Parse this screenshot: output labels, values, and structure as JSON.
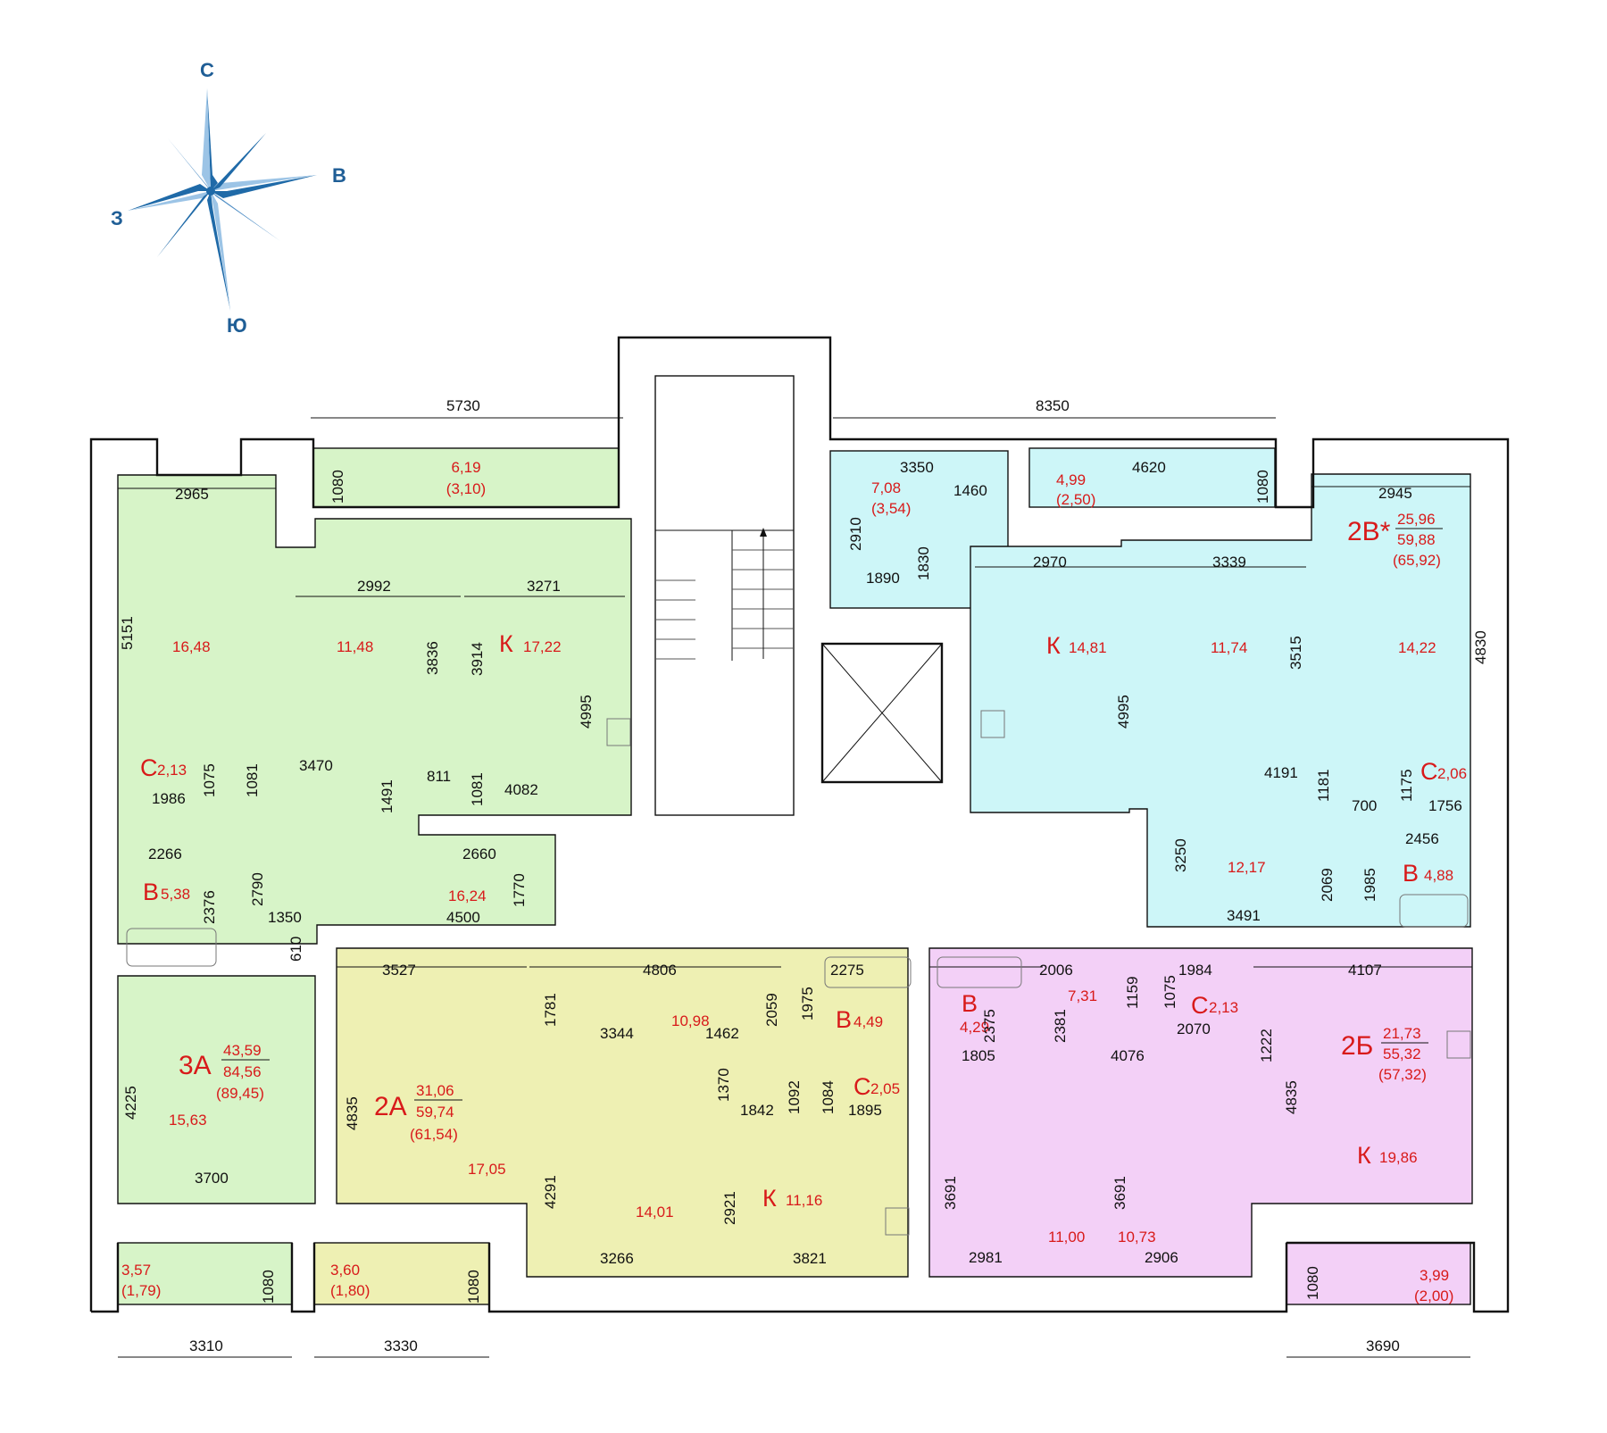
{
  "compass": {
    "north": "С",
    "east": "В",
    "south": "Ю",
    "west": "З",
    "color": "#1f6aa8"
  },
  "colors": {
    "green": "#d7f4c8",
    "cyan": "#cdf6f8",
    "yellow": "#eef0b3",
    "pink": "#f3d0f7",
    "text_red": "#d81a1a"
  },
  "apartments": {
    "3A": {
      "code": "3А",
      "living": "43,59",
      "total": "84,56",
      "total_with_balcony": "(89,45)"
    },
    "2A": {
      "code": "2А",
      "living": "31,06",
      "total": "59,74",
      "total_with_balcony": "(61,54)"
    },
    "2V": {
      "code": "2В*",
      "living": "25,96",
      "total": "59,88",
      "total_with_balcony": "(65,92)"
    },
    "2B": {
      "code": "2Б",
      "living": "21,73",
      "total": "55,32",
      "total_with_balcony": "(57,32)"
    }
  },
  "rooms": {
    "r16_48": "16,48",
    "r11_48": "11,48",
    "k17_22": "17,22",
    "c2_13a": "2,13",
    "v5_38": "5,38",
    "h16_24": "16,24",
    "r15_63": "15,63",
    "bal_6_19": "6,19",
    "bal_6_19b": "(3,10)",
    "bal_3_57": "3,57",
    "bal_3_57b": "(1,79)",
    "r17_05": "17,05",
    "h10_98": "10,98",
    "v4_49": "4,49",
    "c2_05": "2,05",
    "r14_01": "14,01",
    "k11_16": "11,16",
    "bal_3_60": "3,60",
    "bal_3_60b": "(1,80)",
    "bal_7_08": "7,08",
    "bal_7_08b": "(3,54)",
    "bal_4_99": "4,99",
    "bal_4_99b": "(2,50)",
    "k14_81": "14,81",
    "r11_74": "11,74",
    "r14_22": "14,22",
    "h12_17": "12,17",
    "c2_06": "2,06",
    "v4_88": "4,88",
    "v4_29": "4,29",
    "h7_31": "7,31",
    "c2_13b": "2,13",
    "r11_00": "11,00",
    "r10_73": "10,73",
    "k19_86": "19,86",
    "bal_3_99": "3,99",
    "bal_3_99b": "(2,00)"
  },
  "room_letters": {
    "kitchen": "К",
    "wc": "С",
    "bath": "В"
  },
  "dims": {
    "d5730": "5730",
    "d8350": "8350",
    "d3350": "3350",
    "d4620": "4620",
    "d1460": "1460",
    "d2910": "2910",
    "d1830": "1830",
    "d1890": "1890",
    "d1080": "1080",
    "d2965": "2965",
    "d5151": "5151",
    "d2992": "2992",
    "d3836": "3836",
    "d3914": "3914",
    "d3271": "3271",
    "d4995": "4995",
    "d3470": "3470",
    "d811": "811",
    "d1081": "1081",
    "d4082": "4082",
    "d1075": "1075",
    "d1986": "1986",
    "d1491": "1491",
    "d2660": "2660",
    "d2266": "2266",
    "d2376": "2376",
    "d2790": "2790",
    "d1350": "1350",
    "d4500": "4500",
    "d1770": "1770",
    "d610": "610",
    "d4225": "4225",
    "d3700": "3700",
    "d3310": "3310",
    "d3527": "3527",
    "d4806": "4806",
    "d2275": "2275",
    "d1781": "1781",
    "d2059": "2059",
    "d1975": "1975",
    "d3344": "3344",
    "d1462": "1462",
    "d4835": "4835",
    "d1370": "1370",
    "d1092": "1092",
    "d1084": "1084",
    "d1842": "1842",
    "d1895": "1895",
    "d4291": "4291",
    "d2921": "2921",
    "d3266": "3266",
    "d3821": "3821",
    "d3330": "3330",
    "d2970": "2970",
    "d3339": "3339",
    "d2945": "2945",
    "d4830": "4830",
    "d3515": "3515",
    "d4191": "4191",
    "d1181": "1181",
    "d700": "700",
    "d1175": "1175",
    "d1756": "1756",
    "d2456": "2456",
    "d3250": "3250",
    "d2069": "2069",
    "d1985": "1985",
    "d3491": "3491",
    "d2006": "2006",
    "d1159": "1159",
    "d1984": "1984",
    "d4107": "4107",
    "d2375": "2375",
    "d2381": "2381",
    "d2070": "2070",
    "d1805": "1805",
    "d4076": "4076",
    "d1222": "1222",
    "d3691": "3691",
    "d2981": "2981",
    "d2906": "2906",
    "d3690": "3690"
  }
}
